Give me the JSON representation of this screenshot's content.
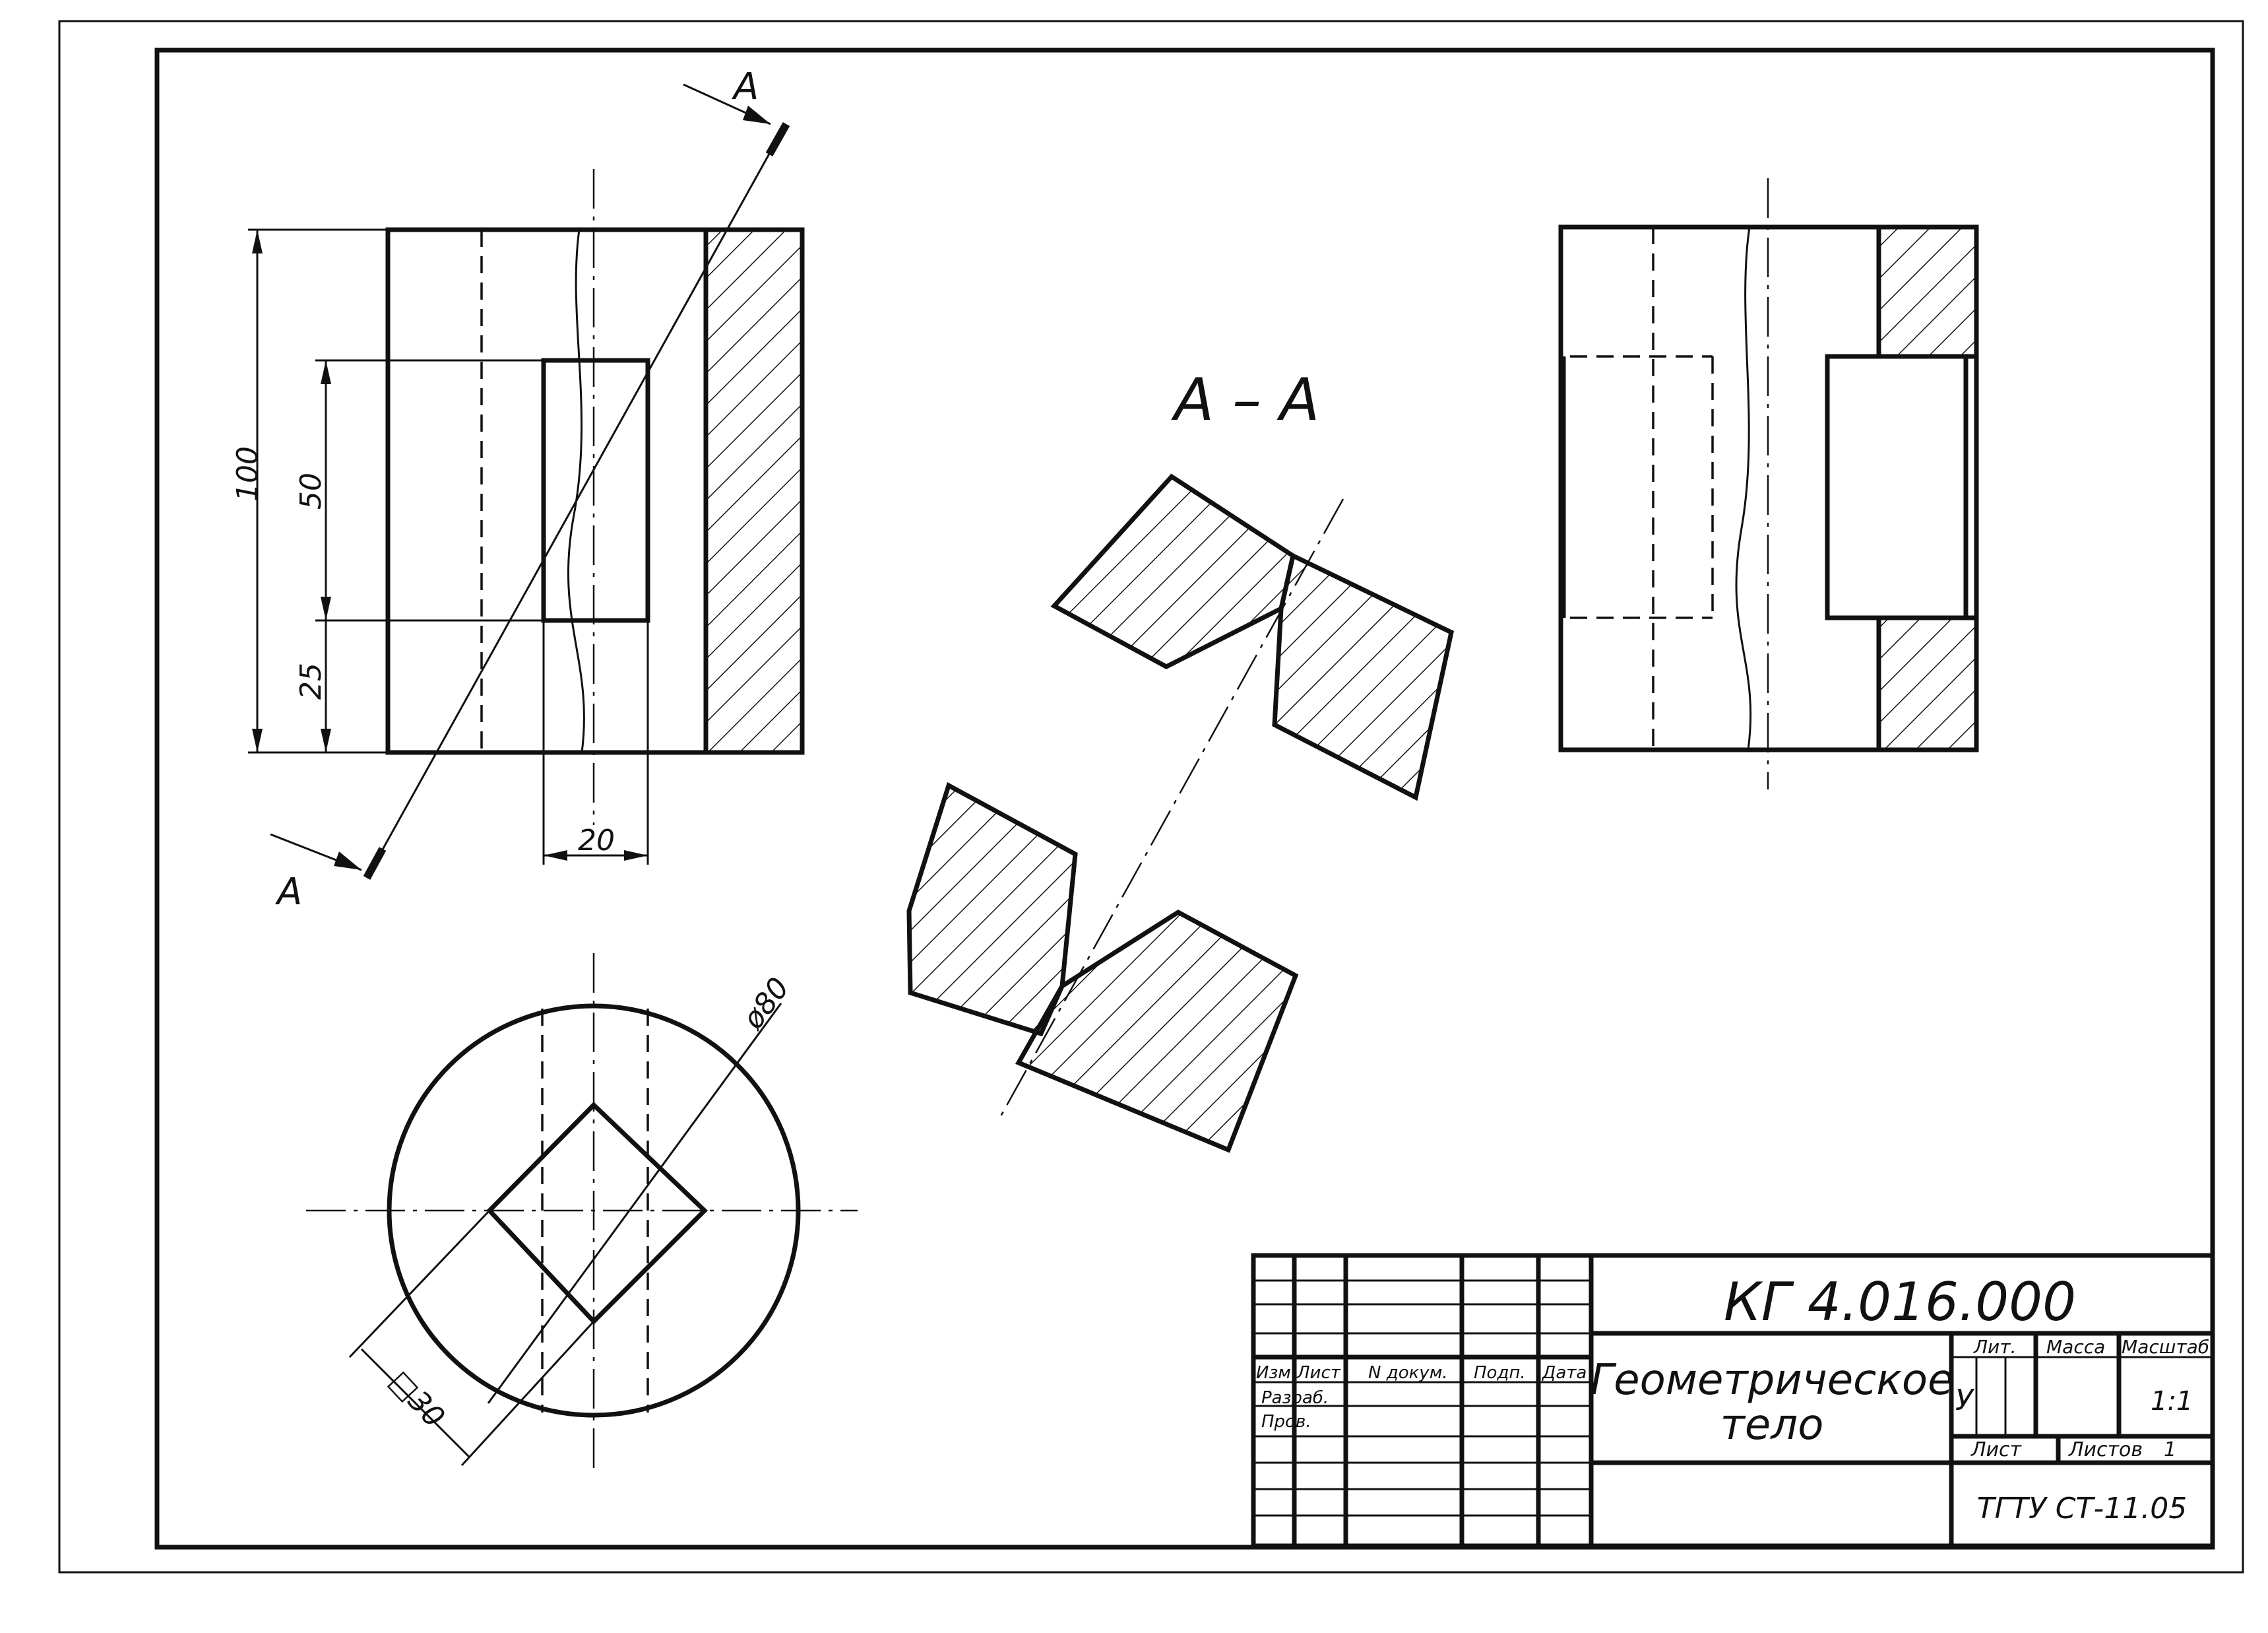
{
  "drawing": {
    "section_label": "A – A",
    "cut_letter_top": "A",
    "cut_letter_bottom": "A",
    "dims": {
      "height_total": "100",
      "height_window": "50",
      "height_base": "25",
      "window_width": "20",
      "diameter": "ø80",
      "square": "□30"
    }
  },
  "title_block": {
    "designation": "КГ 4.016.000",
    "name_line1": "Геометрическое",
    "name_line2": "тело",
    "col_izm": "Изм.",
    "col_list": "Лист",
    "col_ndoc": "N докум.",
    "col_podp": "Подп.",
    "col_data": "Дата",
    "row_razrab": "Разраб.",
    "row_prov": "Пров.",
    "lit_label": "Лит.",
    "mass_label": "Масса",
    "scale_label": "Масштаб",
    "lit_value": "У",
    "scale_value": "1:1",
    "sheet_label": "Лист",
    "sheets_label": "Листов",
    "sheets_value": "1",
    "org": "ТГТУ СТ-11.05"
  }
}
